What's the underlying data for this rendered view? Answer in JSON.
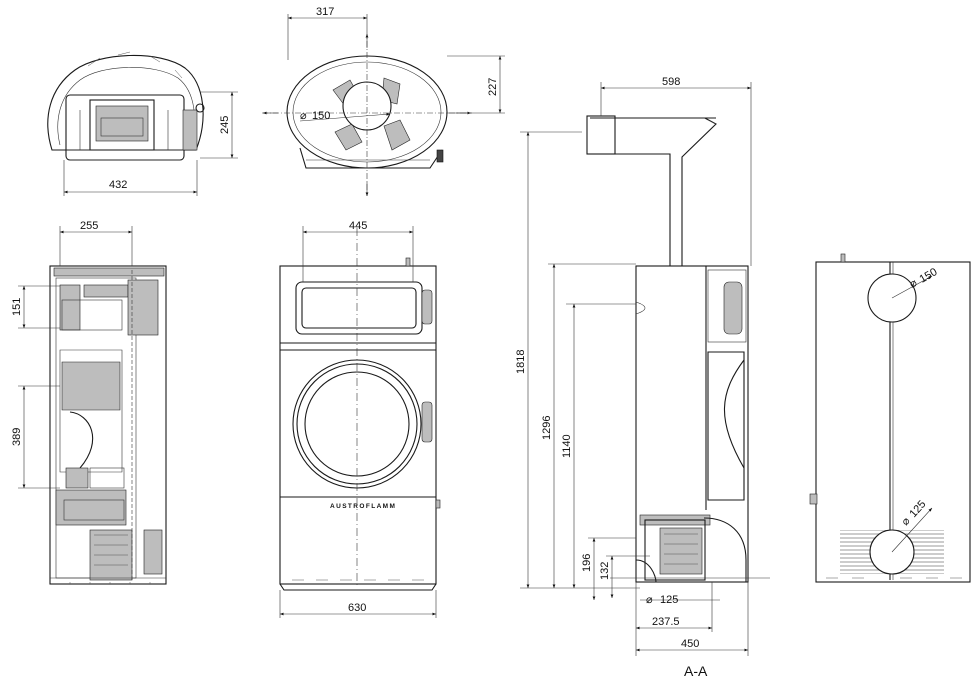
{
  "dimensions": {
    "top_width": "432",
    "top_depth": "245",
    "flue_offset": "317",
    "flue_depth": "227",
    "flue_diameter": "150",
    "side_offset": "255",
    "side_height_upper": "151",
    "side_height_firebox": "389",
    "front_inner_width": "445",
    "front_width": "630",
    "section_flue_offset": "598",
    "total_height": "1818",
    "height_rear_flue": "1296",
    "height_top_outlet": "1140",
    "height_air_inlet": "196",
    "height_air_center": "132",
    "air_inlet_diameter": "125",
    "air_inlet_offset": "237.5",
    "section_depth": "450",
    "rear_flue_diameter": "150",
    "rear_air_diameter": "125"
  },
  "labels": {
    "section": "A-A",
    "brand": "AUSTROFLAMM"
  },
  "colors": {
    "line": "#1a1a1a",
    "part_fill": "#bdbdbd"
  }
}
